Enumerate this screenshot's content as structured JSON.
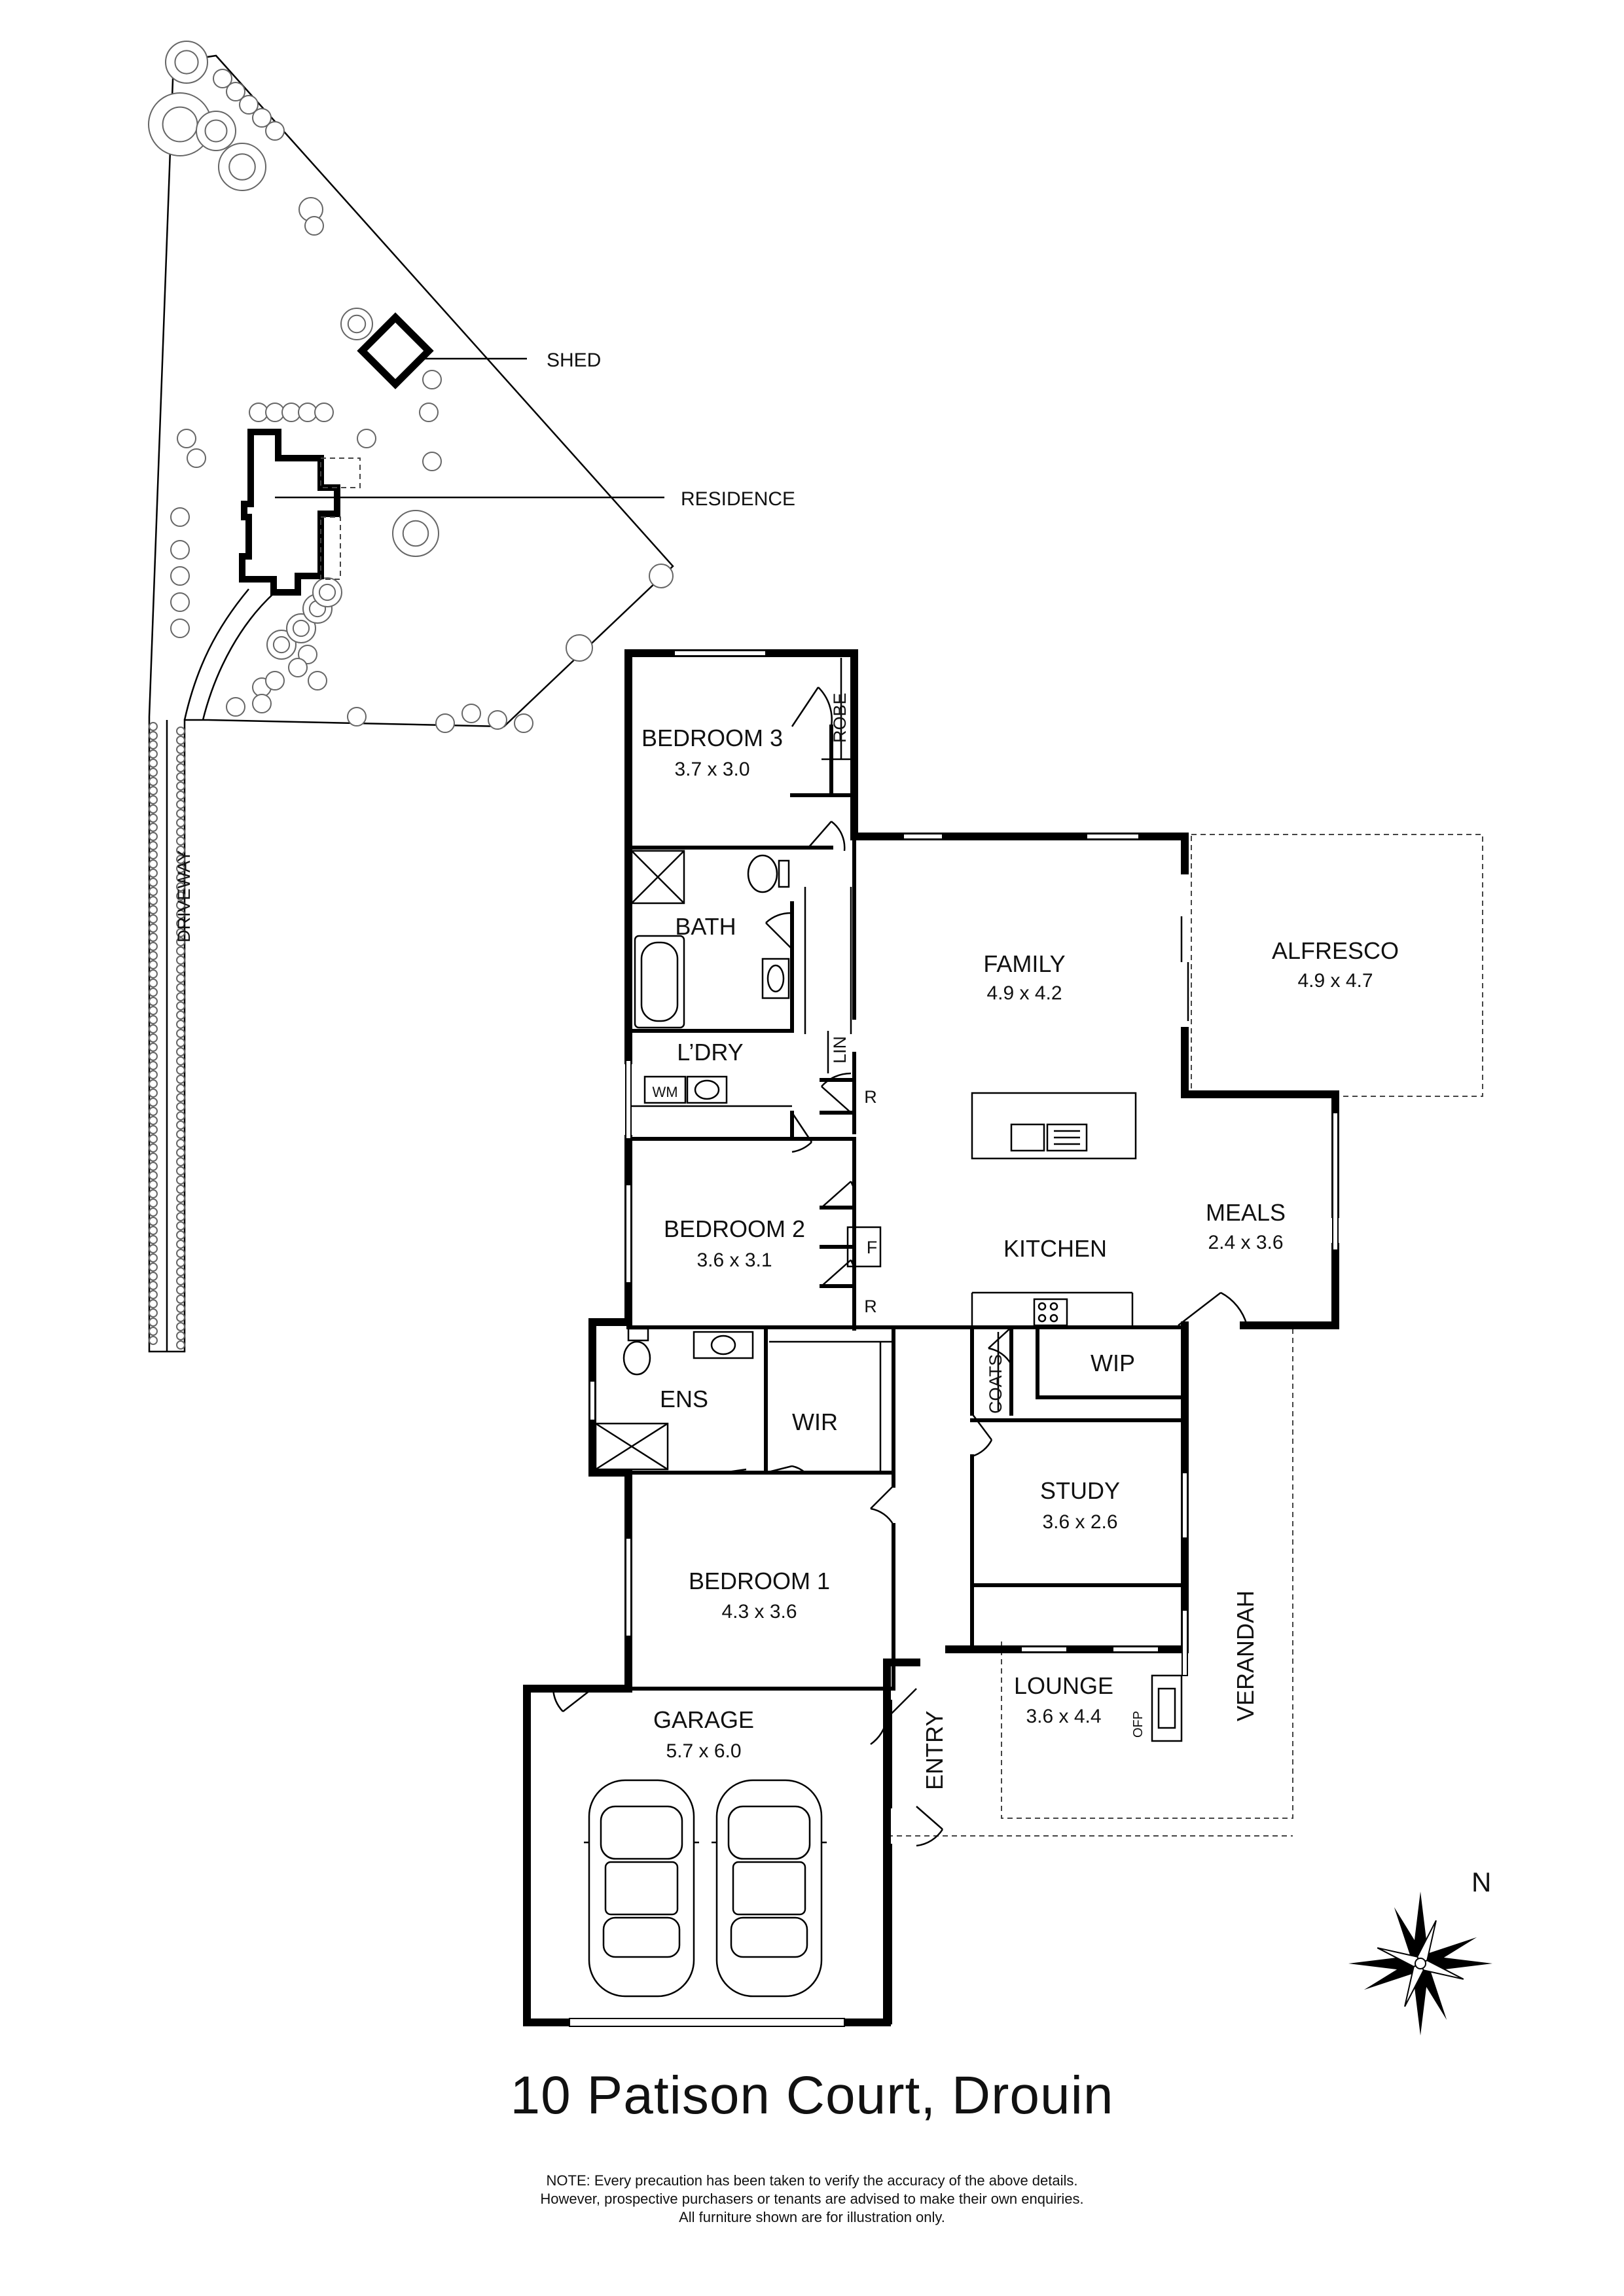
{
  "site": {
    "labels": {
      "shed": "SHED",
      "residence": "RESIDENCE",
      "driveway": "DRIVEWAY"
    }
  },
  "rooms": {
    "bedroom3": {
      "name": "BEDROOM 3",
      "dims": "3.7 x 3.0"
    },
    "robe": {
      "name": "ROBE"
    },
    "bath": {
      "name": "BATH"
    },
    "family": {
      "name": "FAMILY",
      "dims": "4.9 x 4.2"
    },
    "alfresco": {
      "name": "ALFRESCO",
      "dims": "4.9 x 4.7"
    },
    "laundry": {
      "name": "L’DRY"
    },
    "wm": {
      "name": "WM"
    },
    "lin": {
      "name": "LIN"
    },
    "r1": {
      "name": "R"
    },
    "bedroom2": {
      "name": "BEDROOM 2",
      "dims": "3.6 x 3.1"
    },
    "f": {
      "name": "F"
    },
    "r2": {
      "name": "R"
    },
    "kitchen": {
      "name": "KITCHEN"
    },
    "meals": {
      "name": "MEALS",
      "dims": "2.4 x 3.6"
    },
    "coats": {
      "name": "COATS"
    },
    "wip": {
      "name": "WIP"
    },
    "ens": {
      "name": "ENS"
    },
    "wir": {
      "name": "WIR"
    },
    "study": {
      "name": "STUDY",
      "dims": "3.6 x 2.6"
    },
    "bedroom1": {
      "name": "BEDROOM 1",
      "dims": "4.3 x 3.6"
    },
    "verandah": {
      "name": "VERANDAH"
    },
    "lounge": {
      "name": "LOUNGE",
      "dims": "3.6 x 4.4"
    },
    "ofp": {
      "name": "OFP"
    },
    "garage": {
      "name": "GARAGE",
      "dims": "5.7 x 6.0"
    },
    "entry": {
      "name": "ENTRY"
    }
  },
  "compass": {
    "north": "N"
  },
  "title": "10 Patison Court, Drouin",
  "note": [
    "NOTE: Every precaution has been taken to verify the accuracy of the above details.",
    "However, prospective purchasers or tenants are advised to make their own enquiries.",
    "All furniture shown are for illustration only."
  ]
}
